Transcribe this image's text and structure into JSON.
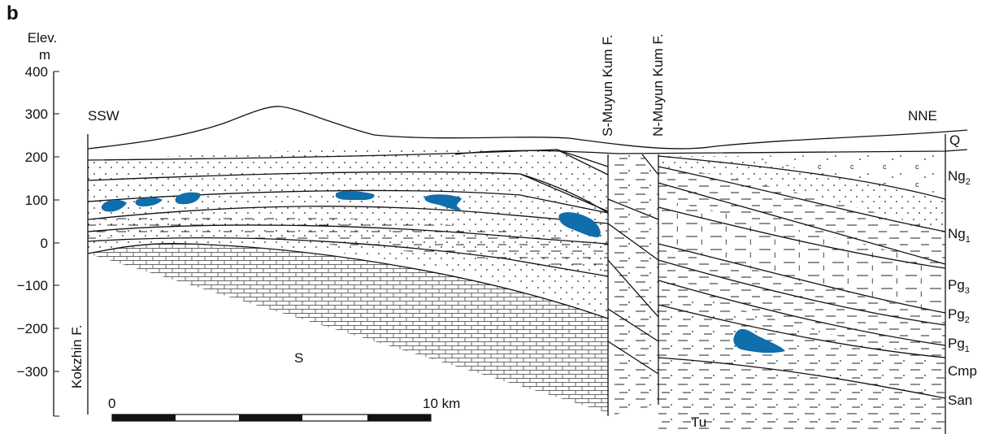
{
  "figure": {
    "panel_label": "b",
    "y_axis_title_1": "Elev.",
    "y_axis_title_2": "m",
    "y_ticks": [
      "400",
      "300",
      "200",
      "100",
      "0",
      "−100",
      "−200",
      "−300"
    ],
    "left_direction": "SSW",
    "right_direction": "NNE",
    "faults": {
      "left": "Kokzhin F.",
      "south_muyun": "S-Muyun Kum F.",
      "north_muyun": "N-Muyun Kum F."
    },
    "units_right": [
      {
        "base": "Q",
        "sub": ""
      },
      {
        "base": "Ng",
        "sub": "2"
      },
      {
        "base": "Ng",
        "sub": "1"
      },
      {
        "base": "Pg",
        "sub": "3"
      },
      {
        "base": "Pg",
        "sub": "2"
      },
      {
        "base": "Pg",
        "sub": "1"
      },
      {
        "base": "Cmp",
        "sub": ""
      },
      {
        "base": "San",
        "sub": ""
      }
    ],
    "basement_label": "S",
    "bottom_label": "Tu",
    "scale": {
      "start": "0",
      "end": "10 km"
    },
    "colors": {
      "aquifer": "#0f6eab",
      "ink": "#111111"
    }
  }
}
